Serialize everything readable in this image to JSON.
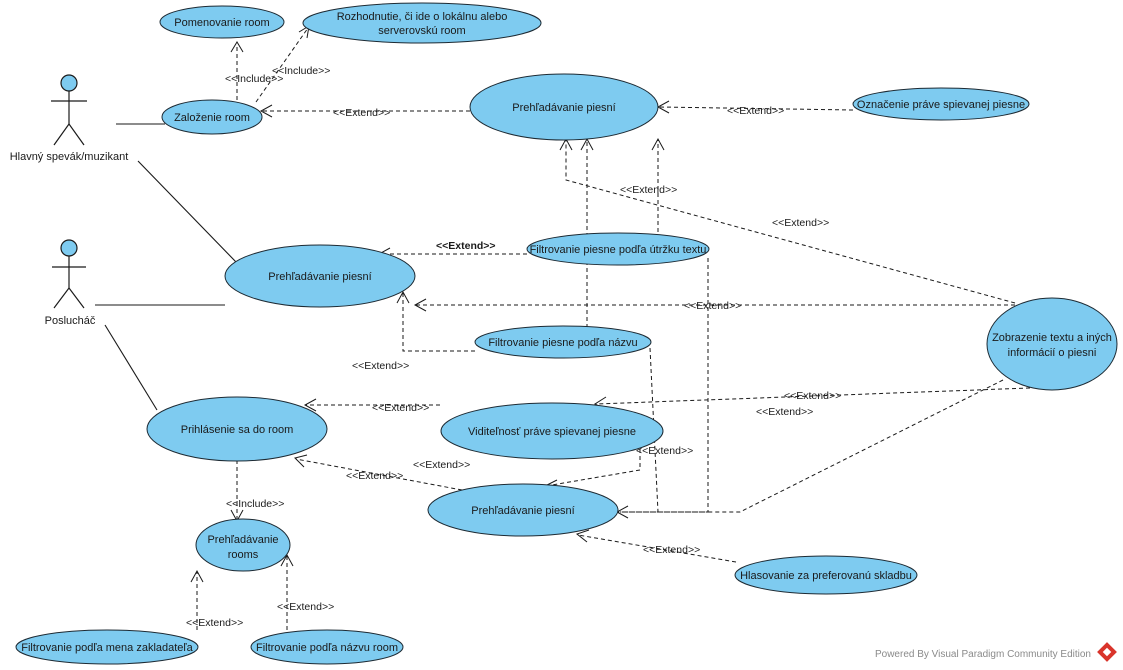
{
  "actors": {
    "singer": "Hlavný spevák/muzikant",
    "listener": "Poslucháč"
  },
  "usecases": {
    "naming_room": [
      "Pomenovanie room"
    ],
    "decide_room": [
      "Rozhodnutie, či ide o lokálnu alebo",
      "serverovskú room"
    ],
    "create_room": [
      "Založenie room"
    ],
    "browse_songs_top": [
      "Prehľadávanie piesní"
    ],
    "mark_song": [
      "Označenie práve spievanej piesne"
    ],
    "browse_songs_mid": [
      "Prehľadávanie piesní"
    ],
    "filter_fragment": [
      "Filtrovanie piesne podľa útržku textu"
    ],
    "filter_name": [
      "Filtrovanie piesne podľa názvu"
    ],
    "show_text": [
      "Zobrazenie textu a iných",
      "informácií o piesni"
    ],
    "login_room": [
      "Prihlásenie sa do room"
    ],
    "visibility": [
      "Viditeľnosť práve spievanej piesne"
    ],
    "browse_songs_bottom": [
      "Prehľadávanie piesní"
    ],
    "browse_rooms": [
      "Prehľadávanie",
      "rooms"
    ],
    "vote": [
      "Hlasovanie za preferovanú skladbu"
    ],
    "filter_founder": [
      "Filtrovanie podľa mena zakladateľa"
    ],
    "filter_room_name": [
      "Filtrovanie podľa názvu room"
    ]
  },
  "labels": {
    "include": "<<Include>>",
    "extend": "<<Extend>>"
  },
  "footer": {
    "text": "Powered By Visual Paradigm Community Edition"
  }
}
